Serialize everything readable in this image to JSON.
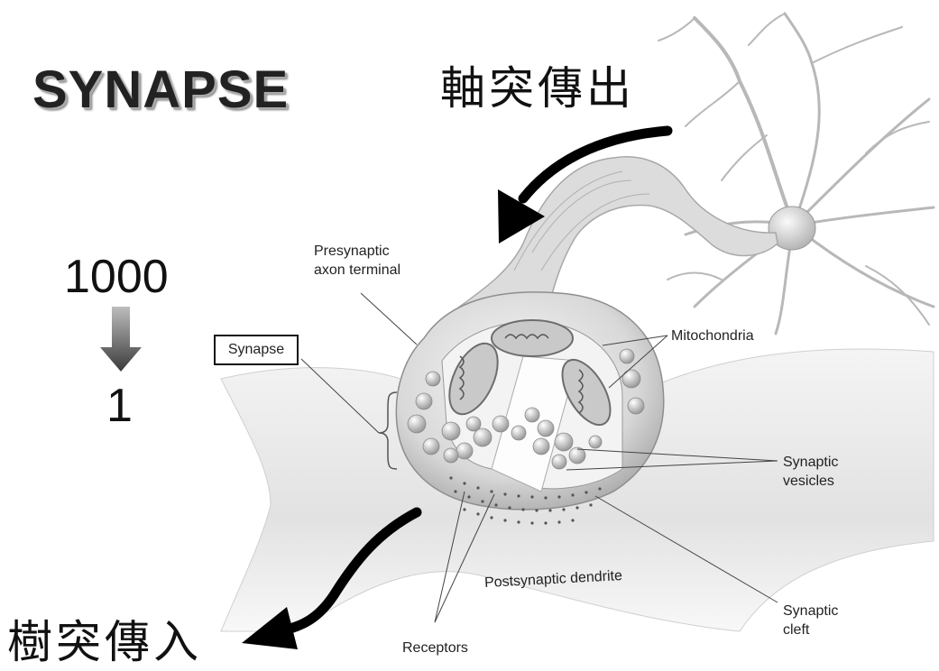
{
  "title": "SYNAPSE",
  "axon_out": "軸突傳出",
  "dendrite_in": "樹突傳入",
  "ratio": {
    "from": "1000",
    "to": "1"
  },
  "labels": {
    "presynaptic": "Presynaptic\naxon terminal",
    "synapse": "Synapse",
    "mitochondria": "Mitochondria",
    "synaptic_vesicles": "Synaptic\nvesicles",
    "postsynaptic": "Postsynaptic dendrite",
    "synaptic_cleft": "Synaptic\ncleft",
    "receptors": "Receptors"
  }
}
